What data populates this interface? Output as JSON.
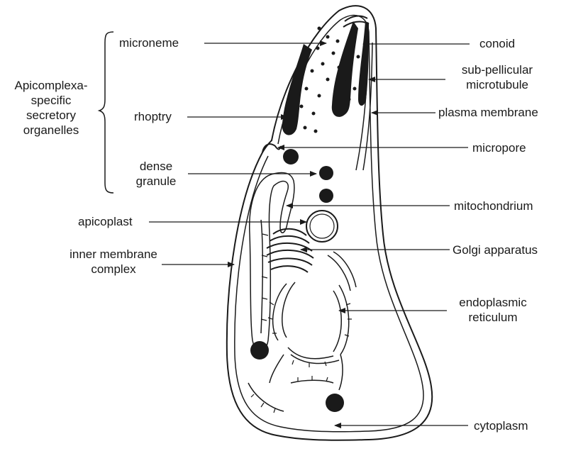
{
  "group_label": {
    "line1": "Apicomplexa-",
    "line2": "specific",
    "line3": "secretory",
    "line4": "organelles"
  },
  "labels": {
    "microneme": "microneme",
    "rhoptry": "rhoptry",
    "dense_granule": {
      "line1": "dense",
      "line2": "granule"
    },
    "apicoplast": "apicoplast",
    "inner_membrane_complex": {
      "line1": "inner membrane",
      "line2": "complex"
    },
    "conoid": "conoid",
    "subpellicular_microtubule": {
      "line1": "sub-pellicular",
      "line2": "microtubule"
    },
    "plasma_membrane": "plasma membrane",
    "micropore": "micropore",
    "mitochondrium": "mitochondrium",
    "golgi_apparatus": "Golgi apparatus",
    "endoplasmic_reticulum": {
      "line1": "endoplasmic",
      "line2": "reticulum"
    },
    "cytoplasm": "cytoplasm"
  },
  "colors": {
    "ink": "#1a1a1a",
    "background": "#ffffff"
  }
}
